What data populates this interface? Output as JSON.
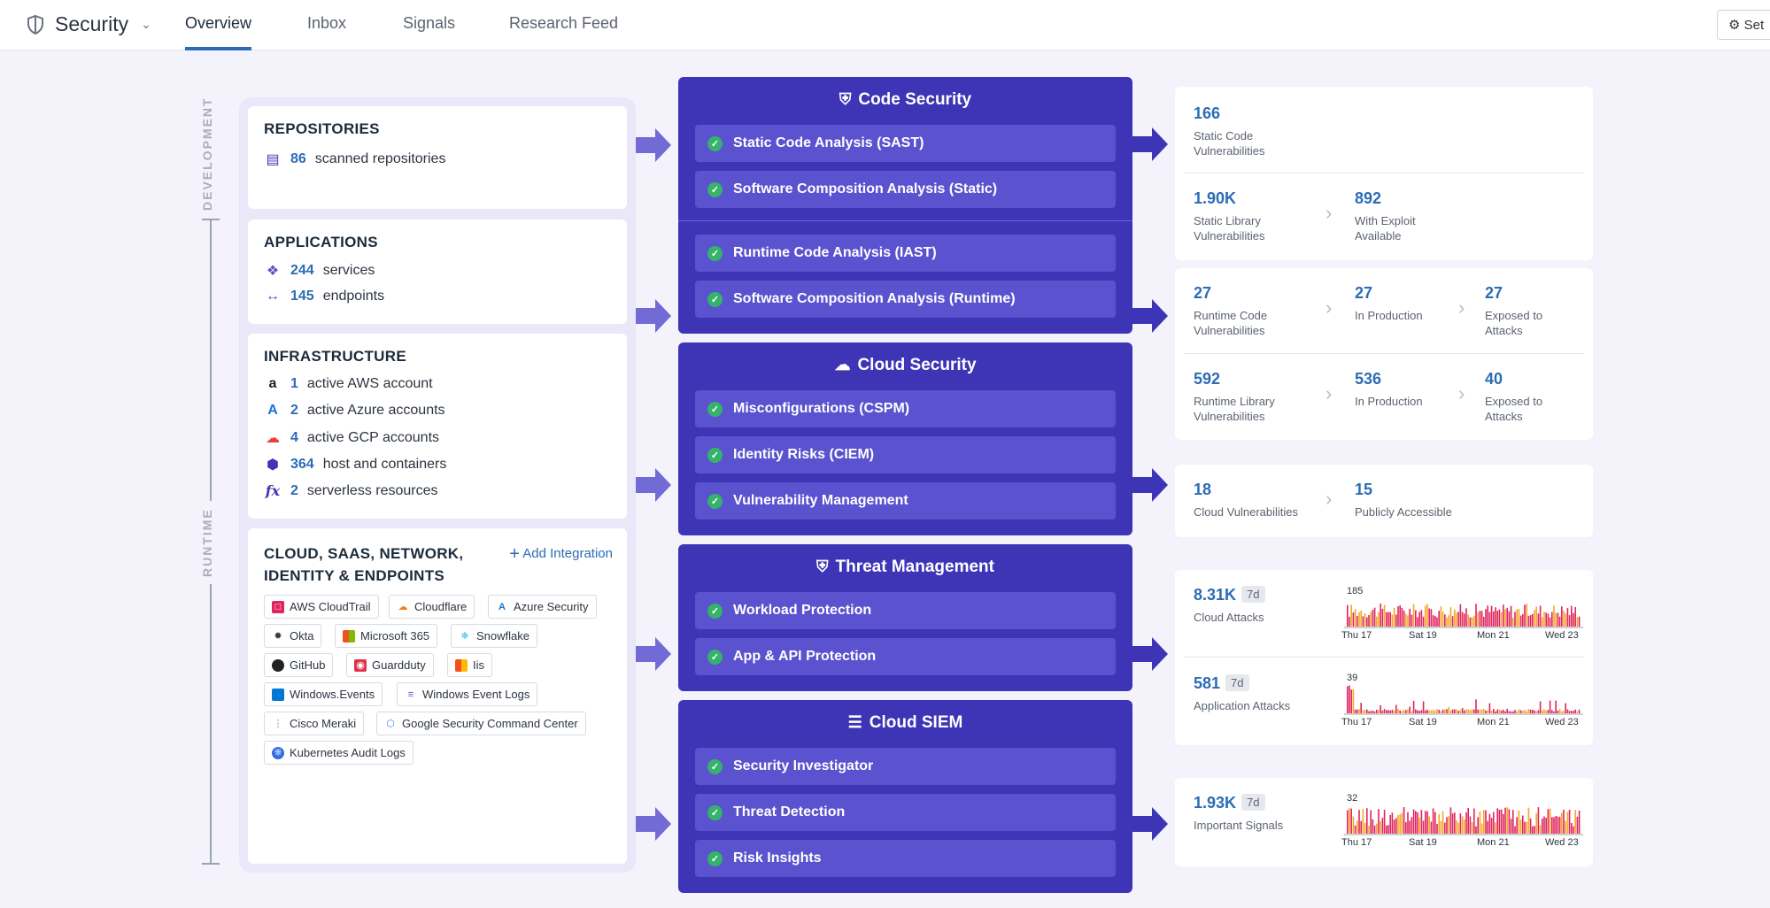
{
  "nav": {
    "app_title": "Security",
    "tabs": [
      "Overview",
      "Inbox",
      "Signals",
      "Research Feed"
    ],
    "settings_label": "Set"
  },
  "rail": {
    "development": "DEVELOPMENT",
    "runtime": "RUNTIME"
  },
  "repositories": {
    "title": "REPOSITORIES",
    "count": "86",
    "label": "scanned repositories"
  },
  "applications": {
    "title": "APPLICATIONS",
    "rows": [
      {
        "count": "244",
        "label": "services",
        "icon": "services-icon"
      },
      {
        "count": "145",
        "label": "endpoints",
        "icon": "endpoints-icon"
      }
    ]
  },
  "infrastructure": {
    "title": "INFRASTRUCTURE",
    "rows": [
      {
        "count": "1",
        "label": "active AWS account",
        "icon": "aws-icon"
      },
      {
        "count": "2",
        "label": "active Azure accounts",
        "icon": "azure-icon"
      },
      {
        "count": "4",
        "label": "active GCP accounts",
        "icon": "gcp-icon"
      },
      {
        "count": "364",
        "label": "host and containers",
        "icon": "host-icon"
      },
      {
        "count": "2",
        "label": "serverless resources",
        "icon": "serverless-icon"
      }
    ]
  },
  "integrations": {
    "title_line1": "CLOUD, SAAS, NETWORK,",
    "title_line2": "IDENTITY & ENDPOINTS",
    "add_label": "Add Integration",
    "chips": [
      "AWS CloudTrail",
      "Cloudflare",
      "Azure Security",
      "Okta",
      "Microsoft 365",
      "Snowflake",
      "GitHub",
      "Guardduty",
      "Iis",
      "Windows.Events",
      "Windows Event Logs",
      "Cisco Meraki",
      "Google Security Command Center",
      "Kubernetes Audit Logs"
    ]
  },
  "code_security": {
    "title": "Code Security",
    "items": [
      "Static Code Analysis (SAST)",
      "Software Composition Analysis (Static)",
      "Runtime Code Analysis (IAST)",
      "Software Composition Analysis (Runtime)"
    ]
  },
  "cloud_security": {
    "title": "Cloud Security",
    "items": [
      "Misconfigurations (CSPM)",
      "Identity Risks (CIEM)",
      "Vulnerability Management"
    ]
  },
  "threat_management": {
    "title": "Threat Management",
    "items": [
      "Workload Protection",
      "App & API Protection"
    ]
  },
  "cloud_siem": {
    "title": "Cloud SIEM",
    "items": [
      "Security Investigator",
      "Threat Detection",
      "Risk Insights"
    ]
  },
  "stats": {
    "static_code": {
      "value": "166",
      "label": "Static Code Vulnerabilities"
    },
    "static_lib": {
      "value": "1.90K",
      "label": "Static Library Vulnerabilities"
    },
    "exploit": {
      "value": "892",
      "label": "With Exploit Available"
    },
    "runtime_code": {
      "value": "27",
      "label": "Runtime Code Vulnerabilities"
    },
    "runtime_code_prod": {
      "value": "27",
      "label": "In Production"
    },
    "runtime_code_exposed": {
      "value": "27",
      "label": "Exposed to Attacks"
    },
    "runtime_lib": {
      "value": "592",
      "label": "Runtime Library Vulnerabilities"
    },
    "runtime_lib_prod": {
      "value": "536",
      "label": "In Production"
    },
    "runtime_lib_exposed": {
      "value": "40",
      "label": "Exposed to Attacks"
    },
    "cloud_vulns": {
      "value": "18",
      "label": "Cloud Vulnerabilities"
    },
    "public": {
      "value": "15",
      "label": "Publicly Accessible"
    },
    "cloud_attacks": {
      "value": "8.31K",
      "badge": "7d",
      "label": "Cloud Attacks",
      "peak": "185"
    },
    "app_attacks": {
      "value": "581",
      "badge": "7d",
      "label": "Application Attacks",
      "peak": "39"
    },
    "signals": {
      "value": "1.93K",
      "badge": "7d",
      "label": "Important Signals",
      "peak": "32"
    },
    "spark_axis": [
      "Thu 17",
      "Sat 19",
      "Mon 21",
      "Wed 23"
    ]
  },
  "colors": {
    "block": "#3d35b5",
    "item": "#5a52cf",
    "accent": "#2b6cb5",
    "check": "#35b36a",
    "spark_red": "#e0245e",
    "spark_orange": "#f5a623"
  }
}
